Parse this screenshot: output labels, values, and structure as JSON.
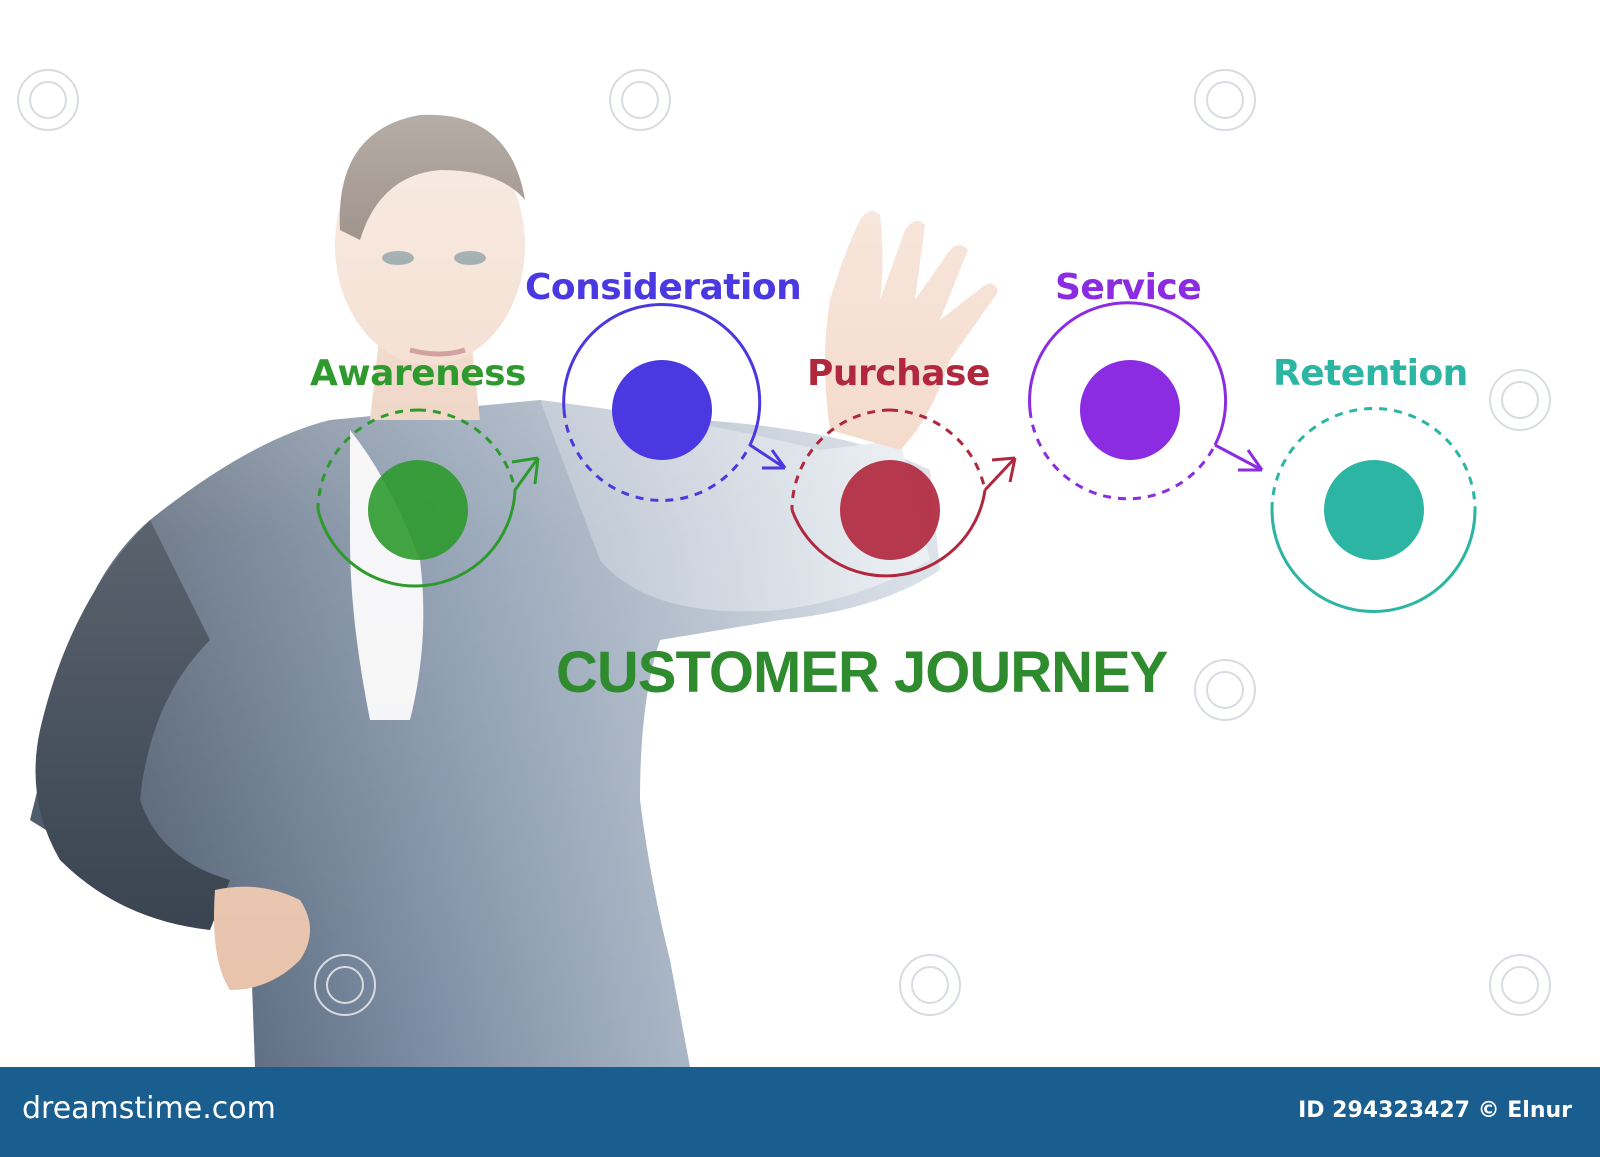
{
  "diagram": {
    "title": "CUSTOMER JOURNEY",
    "stages": [
      {
        "label": "Awareness",
        "color": "#2e9a2e"
      },
      {
        "label": "Consideration",
        "color": "#4a38e0"
      },
      {
        "label": "Purchase",
        "color": "#b1283e"
      },
      {
        "label": "Service",
        "color": "#8b2be2"
      },
      {
        "label": "Retention",
        "color": "#2bb5a2"
      }
    ],
    "title_color": "#2e8b2e"
  },
  "photo": {
    "subject": "businesswoman pressing virtual button",
    "watermark": "dreamstime"
  },
  "footer": {
    "logo_text": "dreamstime.com",
    "credit": "ID 294323427 © Elnur",
    "background": "#1a5d8f"
  }
}
